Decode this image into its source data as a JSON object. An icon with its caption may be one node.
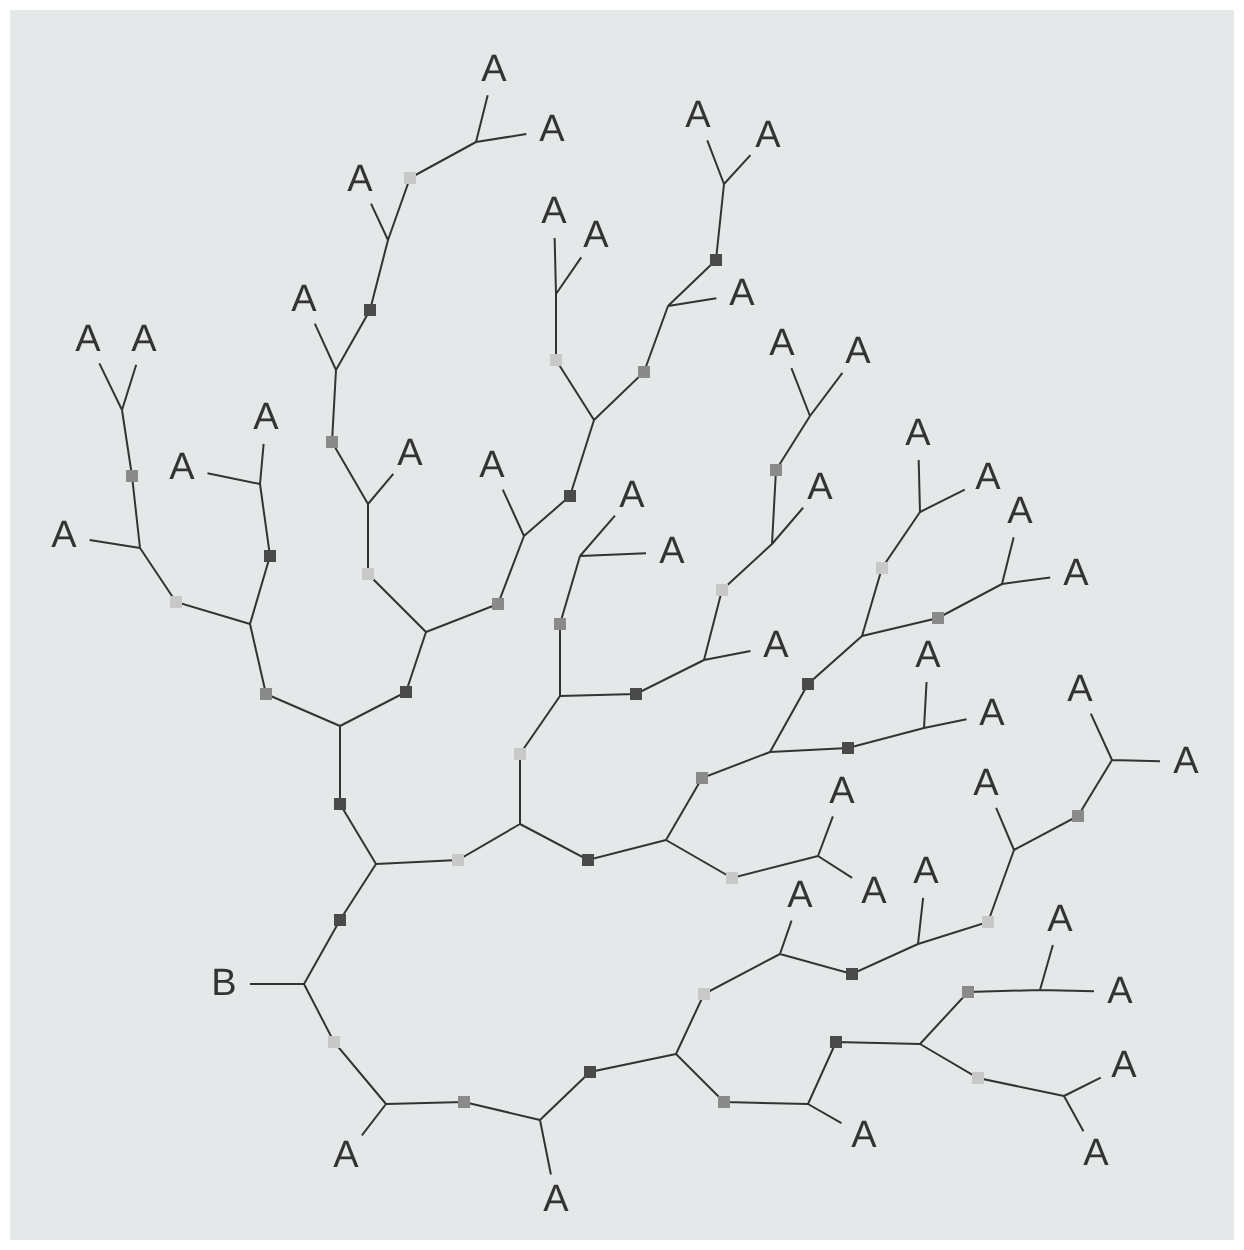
{
  "diagram": {
    "labels": [
      "A",
      "A",
      "A",
      "A",
      "A",
      "A",
      "A",
      "A",
      "A",
      "A",
      "A",
      "A",
      "A",
      "A",
      "A",
      "A",
      "A",
      "A",
      "A",
      "A",
      "A",
      "A",
      "A",
      "A",
      "A",
      "A",
      "A",
      "A",
      "A",
      "A",
      "A",
      "A",
      "A",
      "A",
      "A",
      "A",
      "B",
      "A",
      "A",
      "A",
      "A",
      "A",
      "A"
    ]
  }
}
